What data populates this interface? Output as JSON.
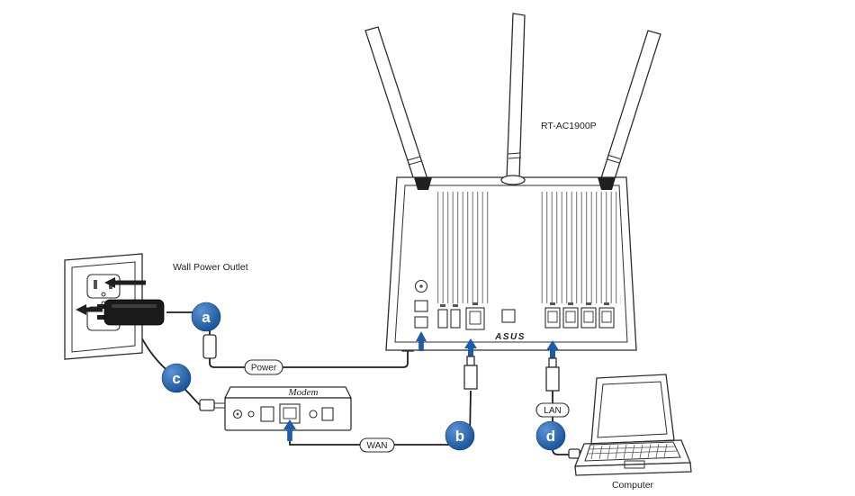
{
  "diagram": {
    "title_hidden": "",
    "router": {
      "model": "RT-AC1900P",
      "brand": "ASUS"
    },
    "labels": {
      "wall_power_outlet": "Wall Power Outlet",
      "power": "Power",
      "modem": "Modem",
      "wan": "WAN",
      "lan": "LAN",
      "computer": "Computer"
    },
    "steps": {
      "a": "a",
      "b": "b",
      "c": "c",
      "d": "d"
    },
    "colors": {
      "accent_blue": "#1d5ca9",
      "badge_blue": "#124d92",
      "line": "#2e2e2e",
      "background": "#ffffff"
    }
  }
}
